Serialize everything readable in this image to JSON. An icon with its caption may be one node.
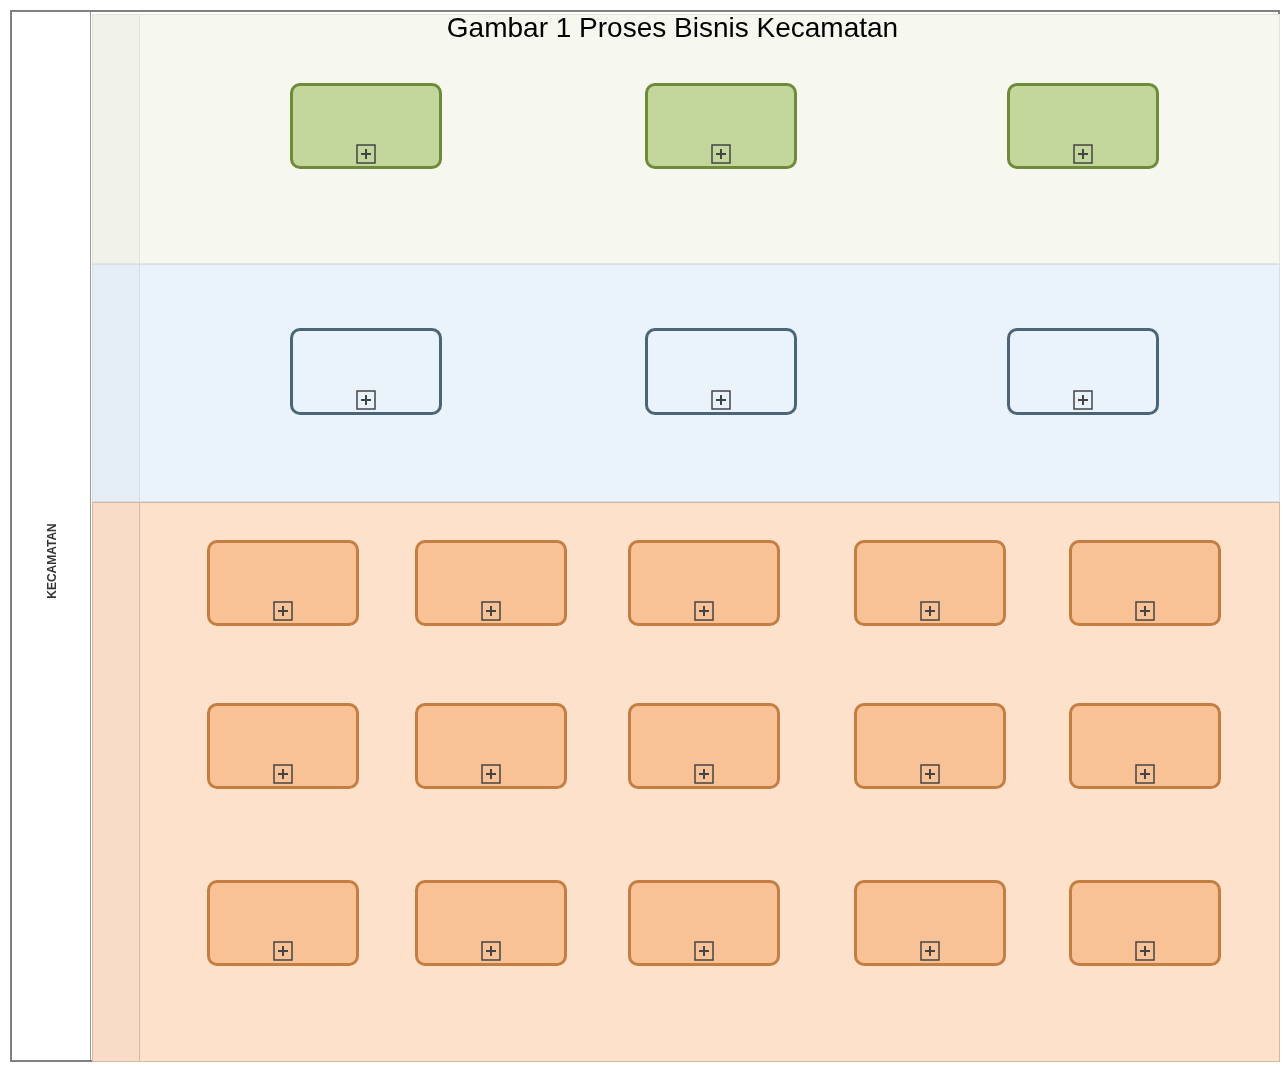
{
  "diagram": {
    "title": "Gambar 1 Proses Bisnis Kecamatan",
    "nodes": [
      {
        "text": [
          "KECAMATAN"
        ]
      },
      {
        "text": [],
        "shape": "band",
        "in": 0
      },
      {
        "text": [],
        "shape": "band",
        "in": 0
      },
      {
        "text": [],
        "shape": "band",
        "in": 0
      },
      {
        "text": [],
        "shape": "box",
        "in": 1
      },
      {
        "text": [],
        "shape": "box",
        "in": 1
      },
      {
        "text": [],
        "shape": "box",
        "in": 1
      },
      {
        "text": [],
        "shape": "box",
        "in": 2
      },
      {
        "text": [],
        "shape": "box",
        "in": 2
      },
      {
        "text": [],
        "shape": "box",
        "in": 2
      },
      {
        "text": [],
        "shape": "box",
        "in": 3
      },
      {
        "text": [],
        "shape": "box",
        "in": 3
      },
      {
        "text": [],
        "shape": "box",
        "in": 3
      },
      {
        "text": [],
        "shape": "box",
        "in": 3
      },
      {
        "text": [],
        "shape": "box",
        "in": 3
      },
      {
        "text": [],
        "shape": "box",
        "in": 3
      },
      {
        "text": [],
        "shape": "box",
        "in": 3
      },
      {
        "text": [],
        "shape": "box",
        "in": 3
      },
      {
        "text": [],
        "shape": "box",
        "in": 3
      },
      {
        "text": [],
        "shape": "box",
        "in": 3
      },
      {
        "text": [],
        "shape": "box",
        "in": 3
      },
      {
        "text": [],
        "shape": "box",
        "in": 3
      },
      {
        "text": [],
        "shape": "box",
        "in": 3
      },
      {
        "text": [],
        "shape": "box",
        "in": 3
      },
      {
        "text": [],
        "shape": "box",
        "in": 3
      }
    ]
  }
}
